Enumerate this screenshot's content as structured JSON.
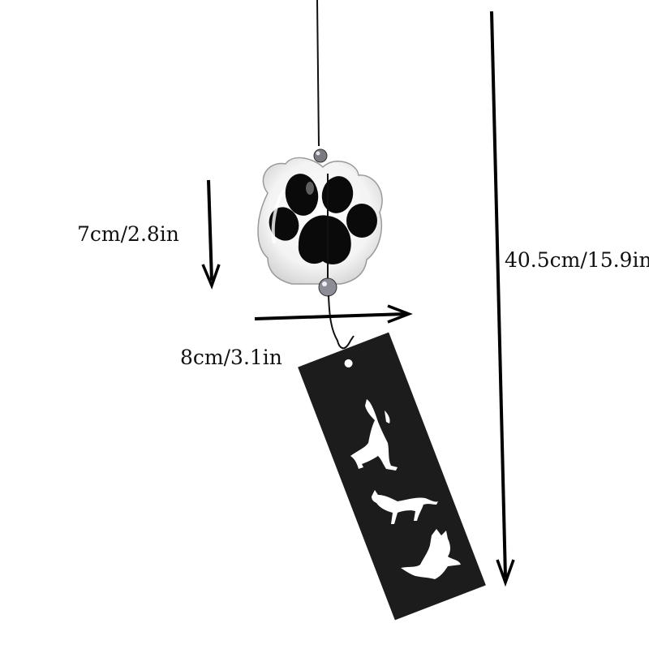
{
  "measurements": {
    "height_label": "7cm/2.8in",
    "width_label": "8cm/3.1in",
    "total_length_label": "40.5cm/15.9in"
  },
  "colors": {
    "background": "#ffffff",
    "ink": "#111111",
    "tag": "#1a1a1a",
    "cat_silhouettes": "#ffffff"
  },
  "icons": {
    "paw_bell": "paw-print-glass-bell",
    "tag_art": "cat-silhouettes"
  }
}
